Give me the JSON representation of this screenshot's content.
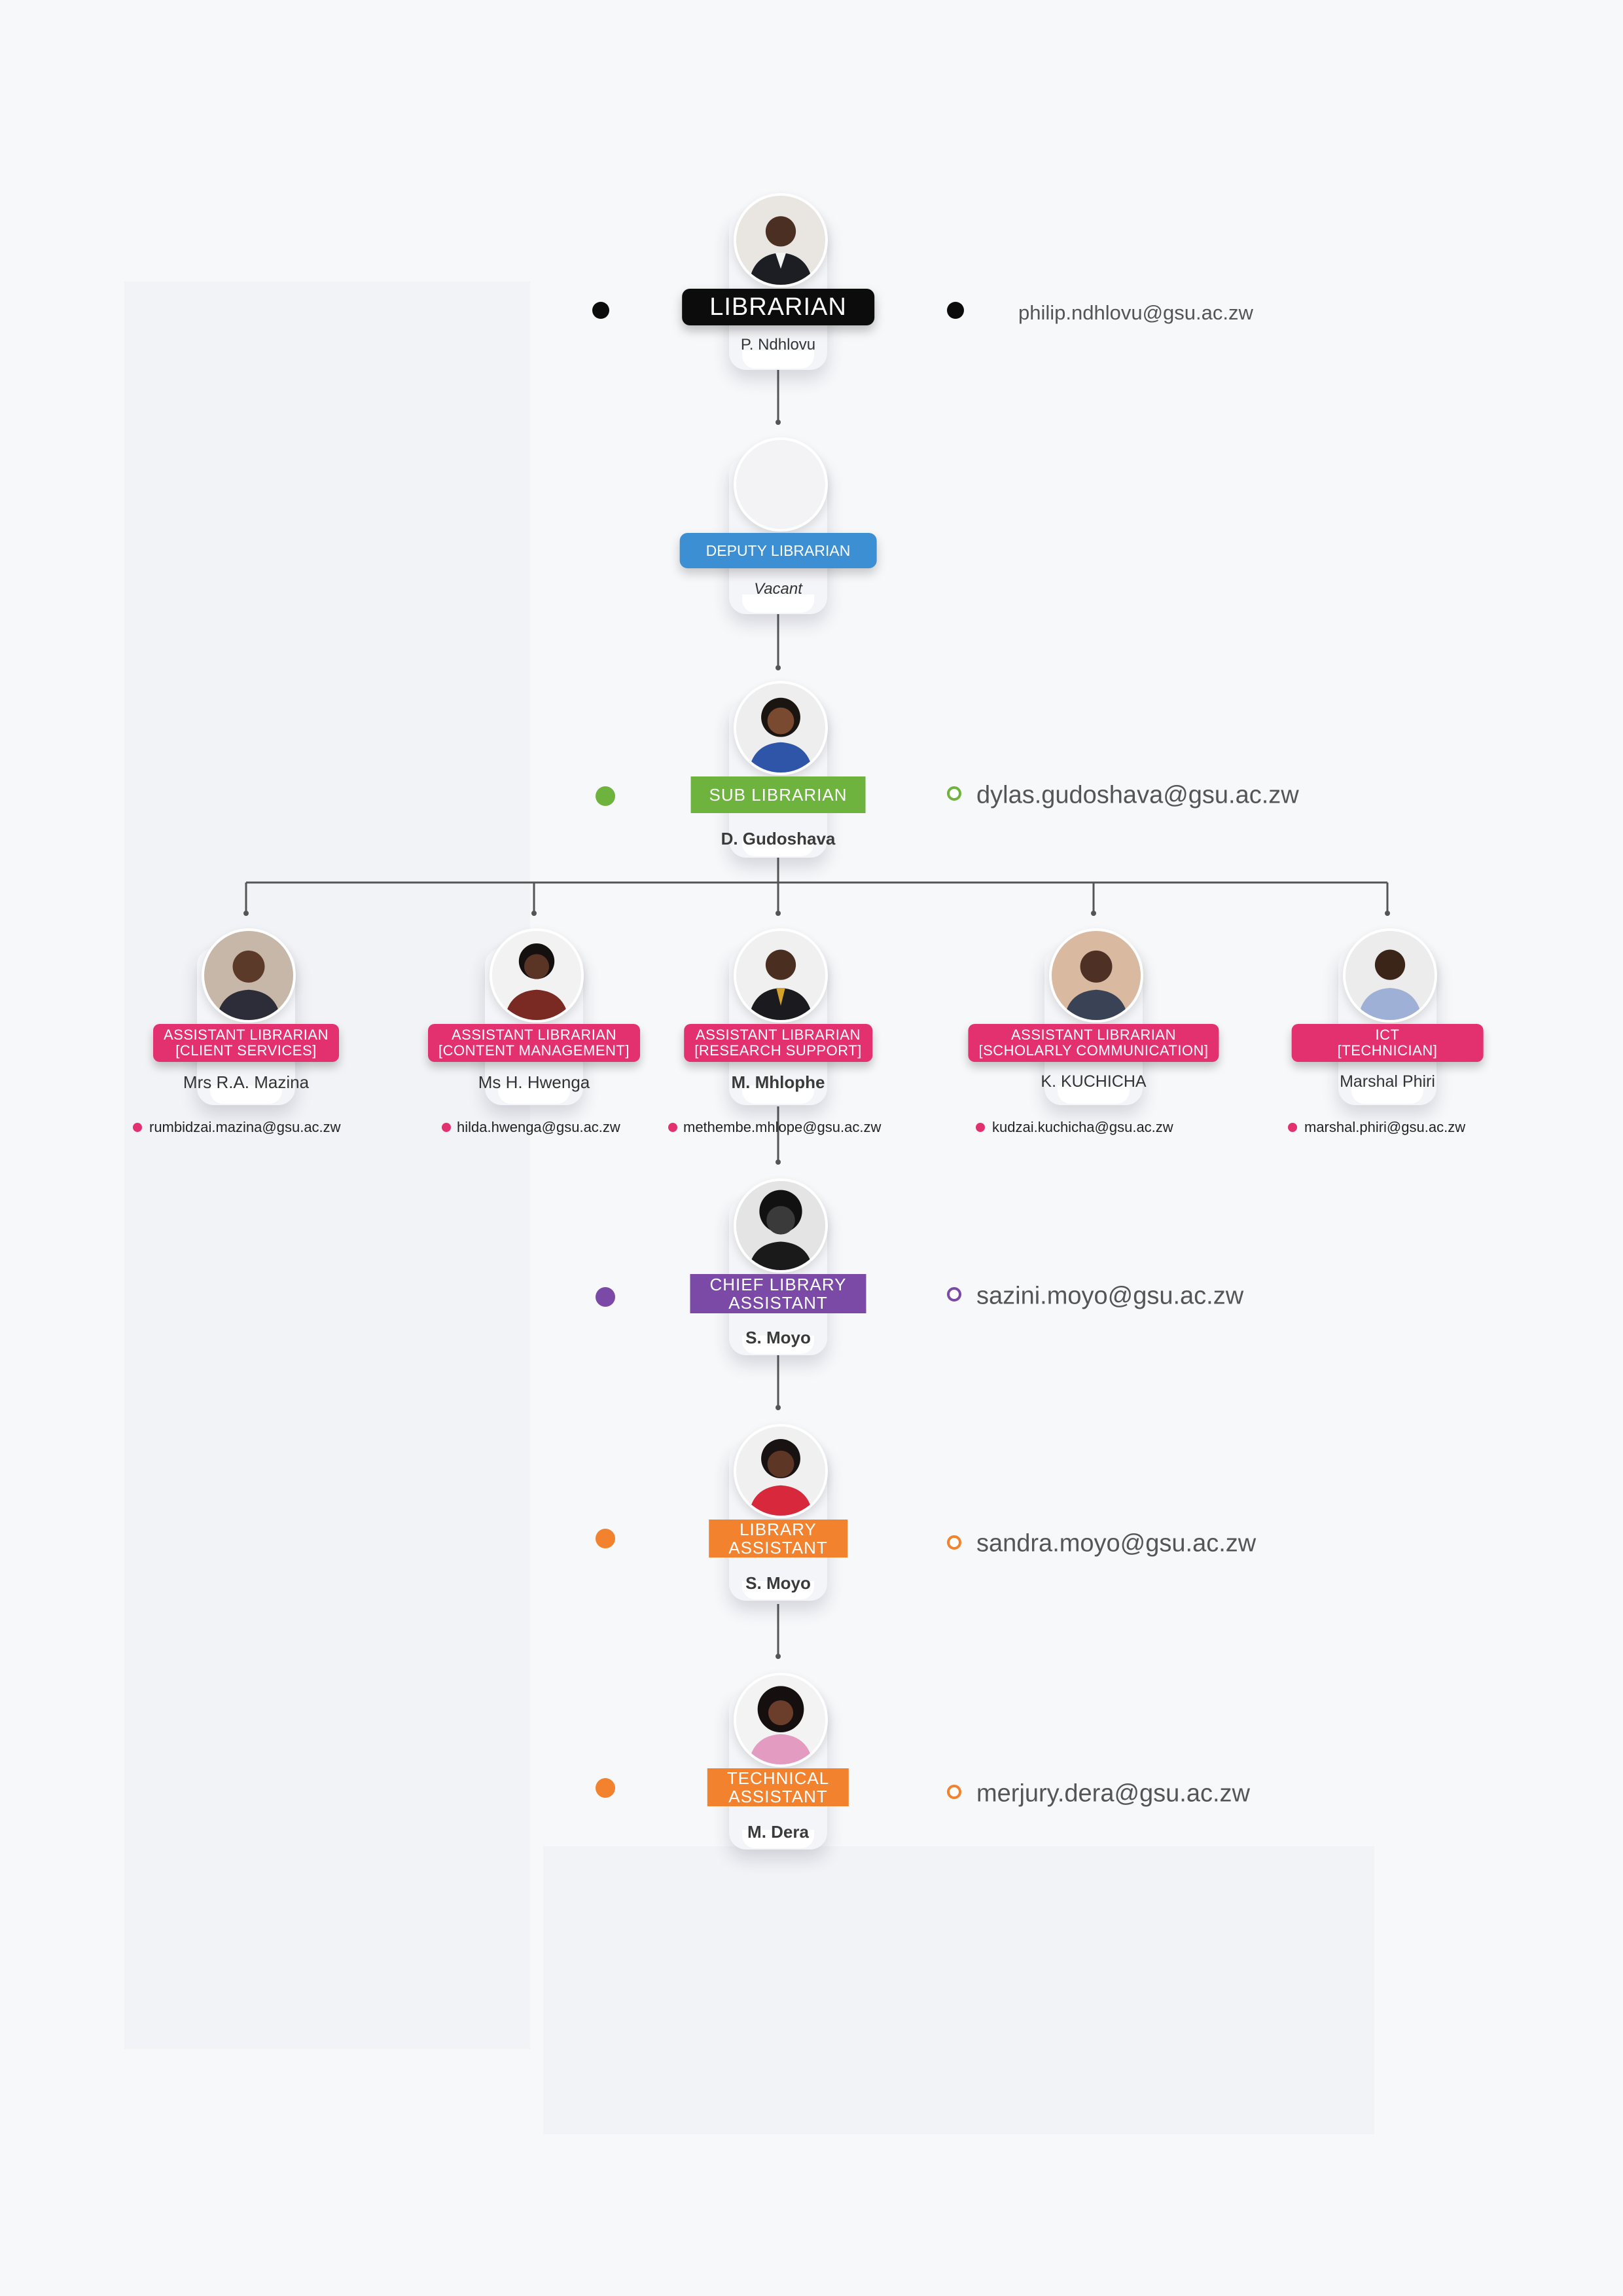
{
  "colors": {
    "black": "#0c0c0c",
    "blue": "#3d8fd4",
    "green": "#6db33d",
    "pink": "#e3306f",
    "purple": "#7a4aa6",
    "orange": "#f2822e",
    "connector": "#555555"
  },
  "librarian": {
    "role": "LIBRARIAN",
    "name": "P. Ndhlovu",
    "email": "philip.ndhlovu@gsu.ac.zw"
  },
  "deputy": {
    "role": "DEPUTY LIBRARIAN",
    "name": "Vacant"
  },
  "sub": {
    "role": "SUB LIBRARIAN",
    "name": "D. Gudoshava",
    "email": "dylas.gudoshava@gsu.ac.zw"
  },
  "assistants": [
    {
      "role1": "ASSISTANT LIBRARIAN",
      "role2": "[CLIENT SERVICES]",
      "name": "Mrs R.A. Mazina",
      "email": "rumbidzai.mazina@gsu.ac.zw"
    },
    {
      "role1": "ASSISTANT LIBRARIAN",
      "role2": "[CONTENT MANAGEMENT]",
      "name": "Ms H. Hwenga",
      "email": "hilda.hwenga@gsu.ac.zw"
    },
    {
      "role1": "ASSISTANT LIBRARIAN",
      "role2": "[RESEARCH SUPPORT]",
      "name": "M. Mhlophe",
      "email": "methembe.mhlope@gsu.ac.zw"
    },
    {
      "role1": "ASSISTANT LIBRARIAN",
      "role2": "[SCHOLARLY COMMUNICATION]",
      "name": "K. KUCHICHA",
      "email": "kudzai.kuchicha@gsu.ac.zw"
    },
    {
      "role1": "ICT",
      "role2": "[TECHNICIAN]",
      "name": "Marshal Phiri",
      "email": "marshal.phiri@gsu.ac.zw"
    }
  ],
  "chief": {
    "role1": "CHIEF LIBRARY",
    "role2": "ASSISTANT",
    "name": "S. Moyo",
    "email": "sazini.moyo@gsu.ac.zw"
  },
  "libassist": {
    "role1": "LIBRARY",
    "role2": "ASSISTANT",
    "name": "S. Moyo",
    "email": "sandra.moyo@gsu.ac.zw"
  },
  "tech": {
    "role1": "TECHNICAL",
    "role2": "ASSISTANT",
    "name": "M. Dera",
    "email": "merjury.dera@gsu.ac.zw"
  }
}
